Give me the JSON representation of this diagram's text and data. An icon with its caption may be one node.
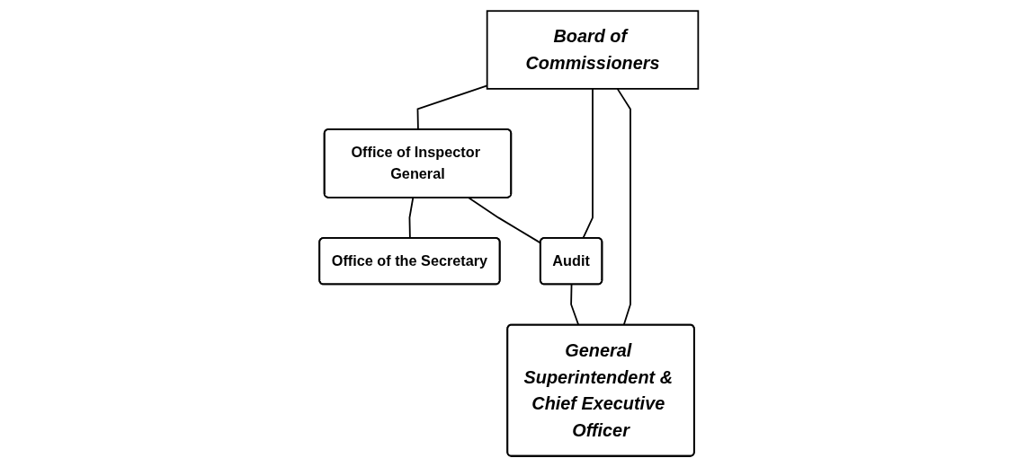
{
  "diagram": {
    "nodes": [
      {
        "text": [
          "Board of Commissioners"
        ]
      },
      {
        "text": [
          "Office of Inspector General"
        ]
      },
      {
        "text": [
          "Office of the Secretary"
        ]
      },
      {
        "text": [
          "Audit"
        ]
      },
      {
        "text": [
          "General Superintendent & Chief Executive Officer"
        ]
      }
    ],
    "edges": [
      {
        "from": 0,
        "to": 1,
        "arrow": "none"
      },
      {
        "from": 0,
        "to": 3,
        "arrow": "none"
      },
      {
        "from": 0,
        "to": 4,
        "arrow": "none"
      },
      {
        "from": 1,
        "to": 2,
        "arrow": "none"
      },
      {
        "from": 1,
        "to": 3,
        "arrow": "none"
      },
      {
        "from": 3,
        "to": 4,
        "arrow": "none"
      }
    ]
  }
}
